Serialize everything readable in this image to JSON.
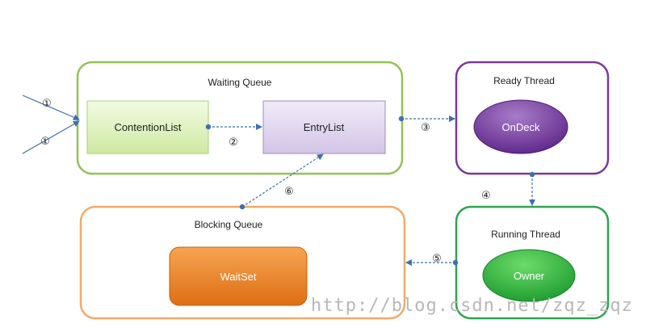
{
  "colors": {
    "waiting": "#92c255",
    "ready": "#7a3a96",
    "blocking": "#f4a969",
    "running": "#2ea34f",
    "arrow": "#3e6fae"
  },
  "groups": {
    "waiting_queue": "Waiting Queue",
    "ready_thread": "Ready Thread",
    "blocking_queue": "Blocking Queue",
    "running_thread": "Running Thread"
  },
  "nodes": {
    "contention_list": "ContentionList",
    "entry_list": "EntryList",
    "on_deck": "OnDeck",
    "wait_set": "WaitSet",
    "owner": "Owner"
  },
  "steps": {
    "s1a": "①",
    "s1b": "①",
    "s2": "②",
    "s3": "③",
    "s4": "④",
    "s5": "⑤",
    "s6": "⑥"
  },
  "watermark": "http://blog.csdn.net/zqz_zqz"
}
